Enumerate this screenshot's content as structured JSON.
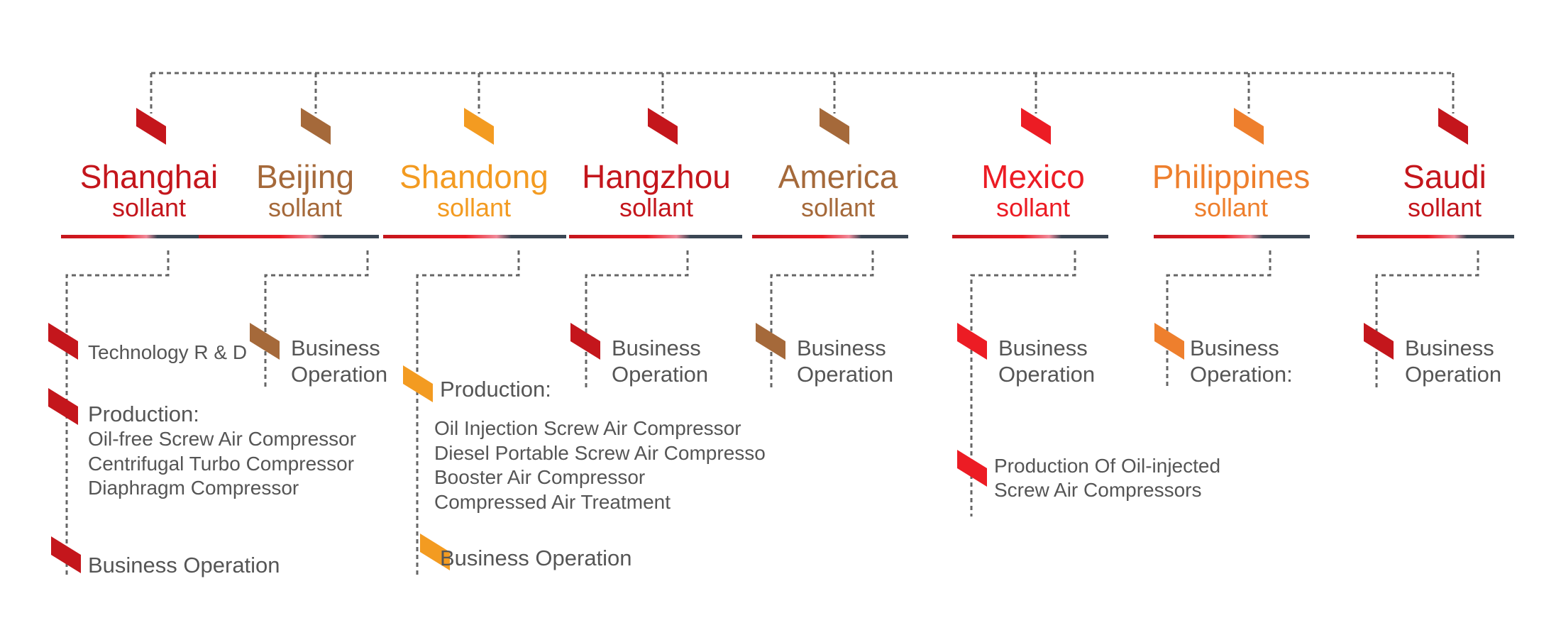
{
  "colors": {
    "crimson": "#c4161c",
    "brown": "#a5693a",
    "amber": "#f39b21",
    "red": "#ec1c24",
    "orange": "#ee7f2d",
    "dashed_line": "#666666",
    "text_gray": "#555555",
    "bar_dark": "#3a4654"
  },
  "branches": [
    {
      "id": "shanghai",
      "name": "Shanghai",
      "sub": "sollant",
      "color": "crimson",
      "items": [
        {
          "title": "Technology R & D",
          "details": []
        },
        {
          "title": "Production:",
          "details": [
            "Oil-free Screw Air Compressor",
            "Centrifugal Turbo Compressor",
            "Diaphragm Compressor"
          ]
        },
        {
          "title": "Business Operation",
          "details": []
        }
      ]
    },
    {
      "id": "beijing",
      "name": "Beijing",
      "sub": "sollant",
      "color": "brown",
      "items": [
        {
          "title": "Business Operation",
          "details": []
        }
      ]
    },
    {
      "id": "shandong",
      "name": "Shandong",
      "sub": "sollant",
      "color": "amber",
      "items": [
        {
          "title": "Production:",
          "details": [
            "Oil Injection Screw Air Compressor",
            "Diesel Portable Screw Air Compresso",
            "Booster Air Compressor",
            "Compressed Air Treatment"
          ]
        },
        {
          "title": "Business Operation",
          "details": []
        }
      ]
    },
    {
      "id": "hangzhou",
      "name": "Hangzhou",
      "sub": "sollant",
      "color": "crimson",
      "items": [
        {
          "title": "Business Operation",
          "details": []
        }
      ]
    },
    {
      "id": "america",
      "name": "America",
      "sub": "sollant",
      "color": "brown",
      "items": [
        {
          "title": "Business Operation",
          "details": []
        }
      ]
    },
    {
      "id": "mexico",
      "name": "Mexico",
      "sub": "sollant",
      "color": "red",
      "items": [
        {
          "title": "Business Operation",
          "details": []
        },
        {
          "title": "Production Of Oil-injected Screw Air Compressors",
          "details": []
        }
      ]
    },
    {
      "id": "philippines",
      "name": "Philippines",
      "sub": "sollant",
      "color": "orange",
      "items": [
        {
          "title": "Business Operation:",
          "details": []
        }
      ]
    },
    {
      "id": "saudi",
      "name": "Saudi",
      "sub": "sollant",
      "color": "crimson",
      "items": [
        {
          "title": "Business Operation",
          "details": []
        }
      ]
    }
  ]
}
